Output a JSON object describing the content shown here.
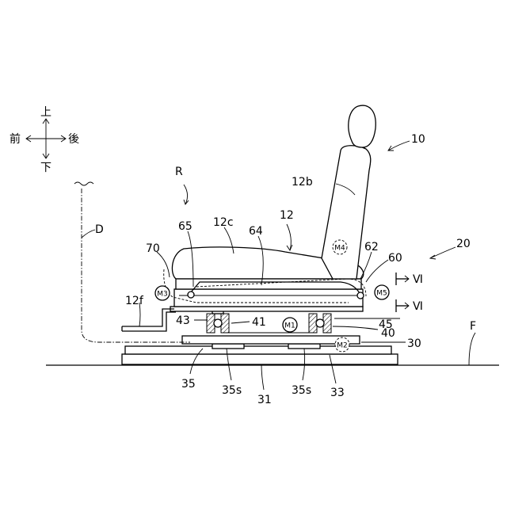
{
  "directions": {
    "up": "上",
    "down": "下",
    "front": "前",
    "rear": "後"
  },
  "labels": {
    "seat_10": "10",
    "backrest_12b": "12b",
    "seat_12": "12",
    "cushion_12c": "12c",
    "ref_R": "R",
    "ref_D": "D",
    "ref_65": "65",
    "ref_64": "64",
    "ref_70": "70",
    "ref_62": "62",
    "ref_60": "60",
    "ref_20": "20",
    "section_top": "Ⅵ",
    "section_bottom": "Ⅵ",
    "ref_12f": "12f",
    "ref_43": "43",
    "ref_41": "41",
    "ref_45": "45",
    "ref_40": "40",
    "ref_30": "30",
    "ref_F": "F",
    "ref_35_left": "35",
    "ref_35s_left": "35s",
    "ref_31": "31",
    "ref_35s_right": "35s",
    "ref_33": "33"
  },
  "motors": {
    "m1": "M1",
    "m2": "M2",
    "m3": "M3",
    "m4": "M4",
    "m5": "M5"
  }
}
